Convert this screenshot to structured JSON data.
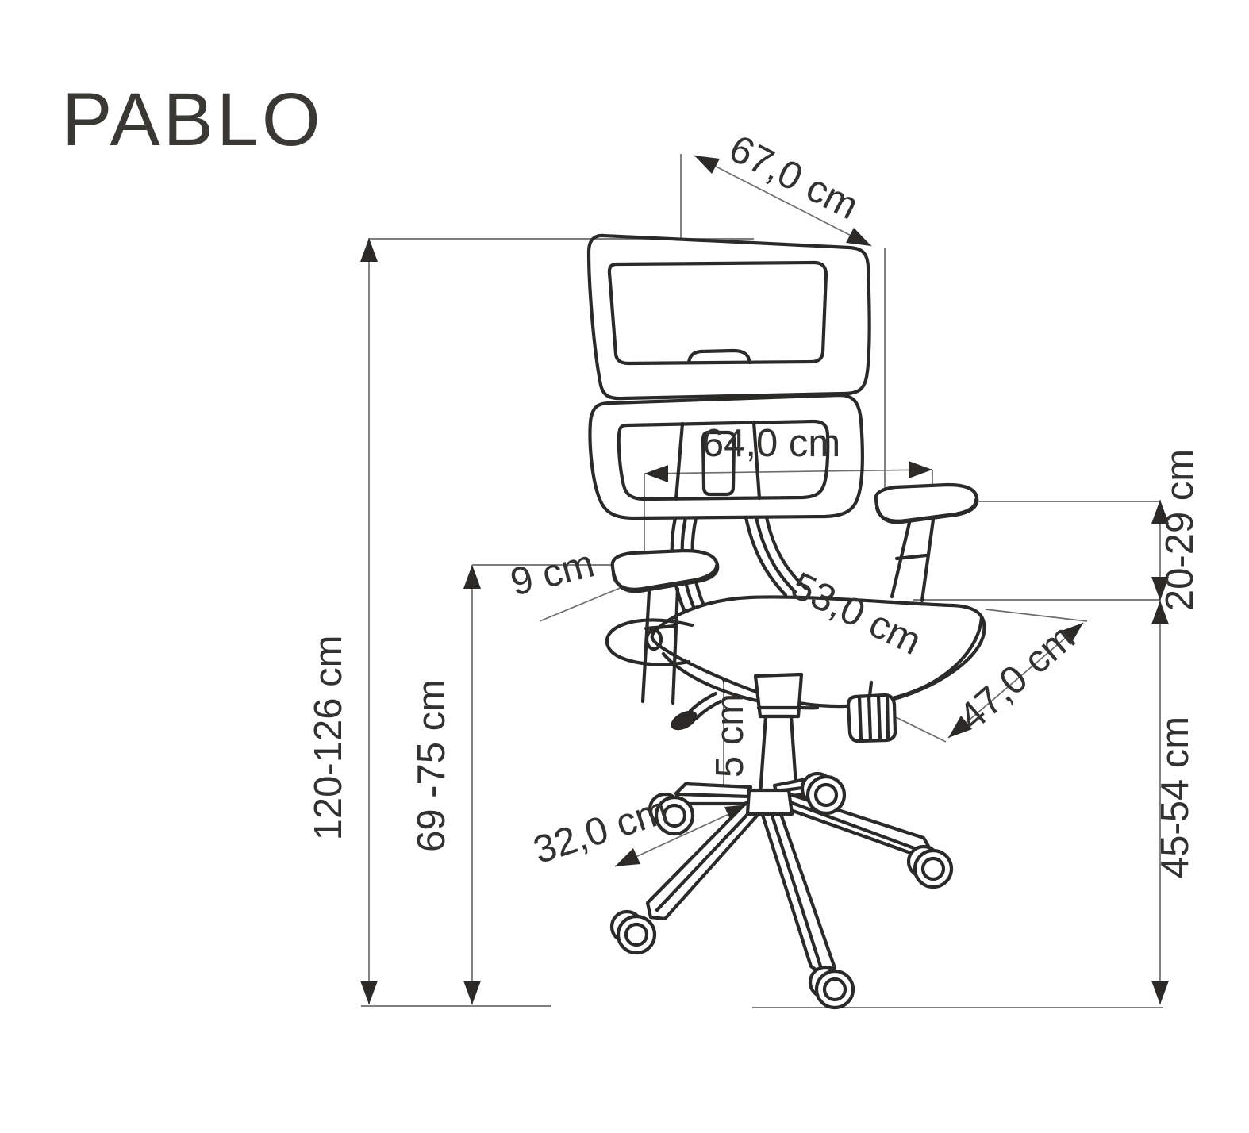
{
  "title": "PABLO",
  "units": "cm",
  "dim_labels": {
    "depth": "67,0 cm",
    "backrest_width": "64,0 cm",
    "armrest_height_above_seat": "20-29 cm",
    "armrest_pad_width": "9 cm",
    "seat_depth": "53,0 cm",
    "seat_width": "47,0 cm",
    "overall_height": "120-126 cm",
    "armrest_height_from_floor": "69 -75 cm",
    "seat_cushion_thickness": "5 cm",
    "base_leg_length": "32,0 cm",
    "seat_height": "45-54 cm"
  },
  "colors": {
    "background": "#ffffff",
    "drawing_line": "#2b2a29",
    "dimension_line": "#6e6d6b",
    "label_text": "#343230"
  }
}
